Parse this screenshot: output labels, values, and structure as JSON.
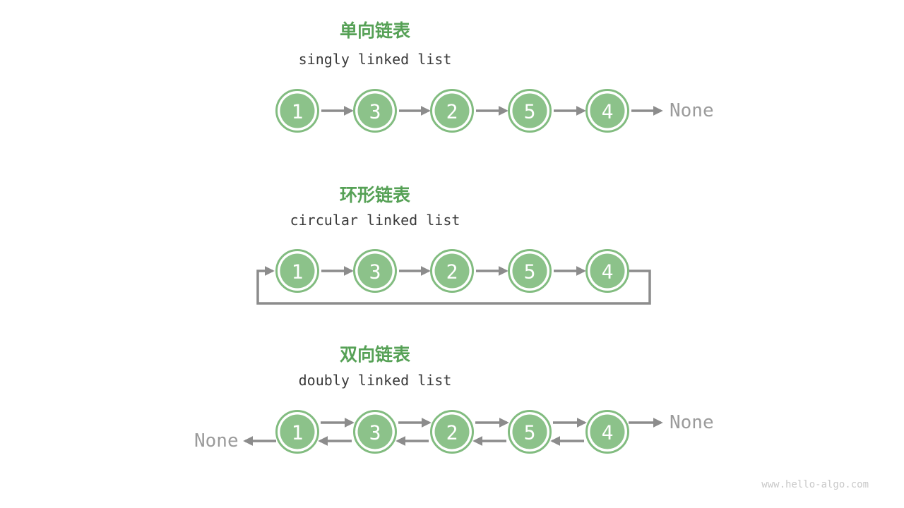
{
  "page": {
    "background": "#FFFFFF",
    "watermark": "www.hello-algo.com"
  },
  "colors": {
    "title_green": "#56A156",
    "subtitle_dark": "#3A3A3A",
    "node_fill": "#8CC28A",
    "node_ring": "#82BC80",
    "node_text": "#FFFFFF",
    "arrow_gray": "#8C8C8C",
    "none_gray": "#9B9B9B",
    "watermark_gray": "#C9C9C9"
  },
  "labels": {
    "none": "None"
  },
  "sections": [
    {
      "id": "singly",
      "type": "singly",
      "title_zh": "单向链表",
      "title_en": "singly linked list",
      "values": [
        "1",
        "3",
        "2",
        "5",
        "4"
      ],
      "tail_label": "None"
    },
    {
      "id": "circular",
      "type": "circular",
      "title_zh": "环形链表",
      "title_en": "circular linked list",
      "values": [
        "1",
        "3",
        "2",
        "5",
        "4"
      ]
    },
    {
      "id": "doubly",
      "type": "doubly",
      "title_zh": "双向链表",
      "title_en": "doubly linked list",
      "values": [
        "1",
        "3",
        "2",
        "5",
        "4"
      ],
      "head_label": "None",
      "tail_label": "None"
    }
  ]
}
